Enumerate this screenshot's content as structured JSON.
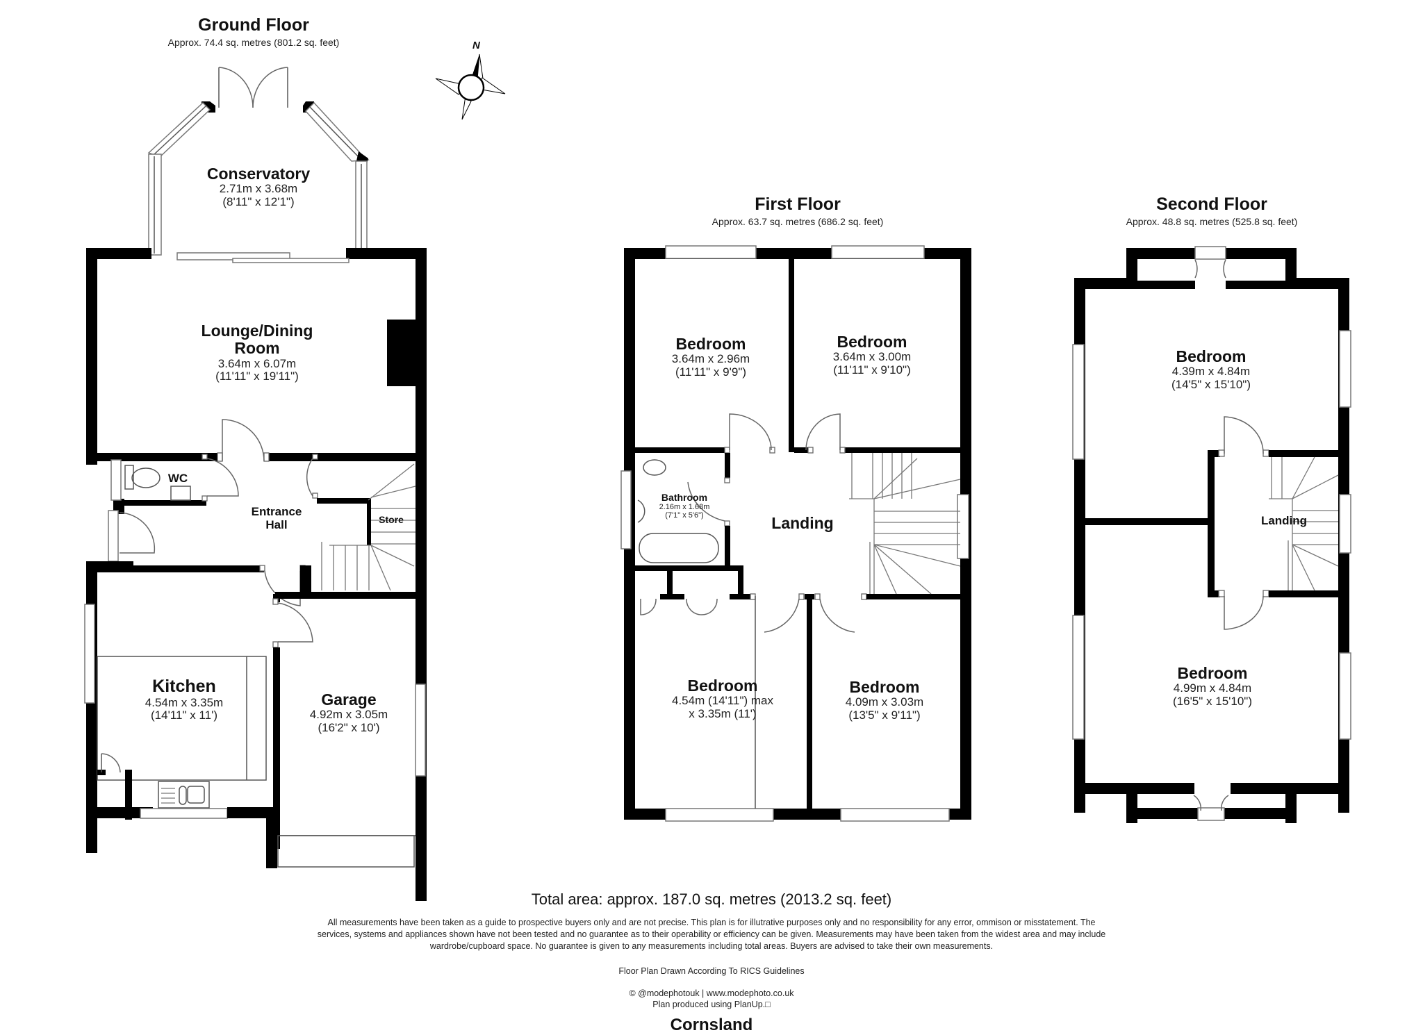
{
  "floors": {
    "ground": {
      "title": "Ground Floor",
      "area": "Approx. 74.4 sq. metres (801.2 sq. feet)",
      "rooms": {
        "conservatory": {
          "name": "Conservatory",
          "dim_m": "2.71m x 3.68m",
          "dim_ft": "(8'11\" x 12'1\")"
        },
        "lounge": {
          "name_line1": "Lounge/Dining",
          "name_line2": "Room",
          "dim_m": "3.64m x 6.07m",
          "dim_ft": "(11'11\" x 19'11\")"
        },
        "wc": {
          "name": "WC"
        },
        "entrance_hall": {
          "name_line1": "Entrance",
          "name_line2": "Hall"
        },
        "store": {
          "name": "Store"
        },
        "kitchen": {
          "name": "Kitchen",
          "dim_m": "4.54m x 3.35m",
          "dim_ft": "(14'11\" x 11')"
        },
        "garage": {
          "name": "Garage",
          "dim_m": "4.92m x 3.05m",
          "dim_ft": "(16'2\" x 10')"
        }
      }
    },
    "first": {
      "title": "First Floor",
      "area": "Approx. 63.7 sq. metres (686.2 sq. feet)",
      "rooms": {
        "bedroom_tl": {
          "name": "Bedroom",
          "dim_m": "3.64m x 2.96m",
          "dim_ft": "(11'11\" x 9'9\")"
        },
        "bedroom_tr": {
          "name": "Bedroom",
          "dim_m": "3.64m x 3.00m",
          "dim_ft": "(11'11\" x 9'10\")"
        },
        "bathroom": {
          "name": "Bathroom",
          "dim_m": "2.16m x 1.68m",
          "dim_ft": "(7'1\" x 5'6\")"
        },
        "landing": {
          "name": "Landing"
        },
        "bedroom_bl": {
          "name": "Bedroom",
          "dim_line1": "4.54m (14'11\") max",
          "dim_line2": "x 3.35m (11')"
        },
        "bedroom_br": {
          "name": "Bedroom",
          "dim_m": "4.09m x 3.03m",
          "dim_ft": "(13'5\" x 9'11\")"
        }
      }
    },
    "second": {
      "title": "Second Floor",
      "area": "Approx. 48.8 sq. metres (525.8 sq. feet)",
      "rooms": {
        "bedroom_top": {
          "name": "Bedroom",
          "dim_m": "4.39m x 4.84m",
          "dim_ft": "(14'5\" x 15'10\")"
        },
        "landing": {
          "name": "Landing"
        },
        "bedroom_bottom": {
          "name": "Bedroom",
          "dim_m": "4.99m x 4.84m",
          "dim_ft": "(16'5\" x 15'10\")"
        }
      }
    }
  },
  "compass": {
    "icon": "north-arrow-compass-icon",
    "label": "N"
  },
  "footer": {
    "total_area": "Total area: approx. 187.0 sq. metres (2013.2 sq. feet)",
    "disclaimer_line1": "All measurements have been taken as a guide to prospective buyers only and are not precise. This plan is for illutrative purposes only and no responsibility for any error, ommison or misstatement. The",
    "disclaimer_line2": "services, systems and appliances shown have not been tested and no guarantee as to their operability or efficiency can be given. Measurements may have been taken from the widest area and may include",
    "disclaimer_line3": "wardrobe/cupboard space. No guarantee is given to any measurements including total areas. Buyers are advised to take their own measurements.",
    "rics": "Floor Plan Drawn According To RICS Guidelines",
    "credit_line1": "© @modephotouk | www.modephoto.co.uk",
    "credit_line2": "Plan produced using PlanUp.□",
    "property_name": "Cornsland"
  }
}
